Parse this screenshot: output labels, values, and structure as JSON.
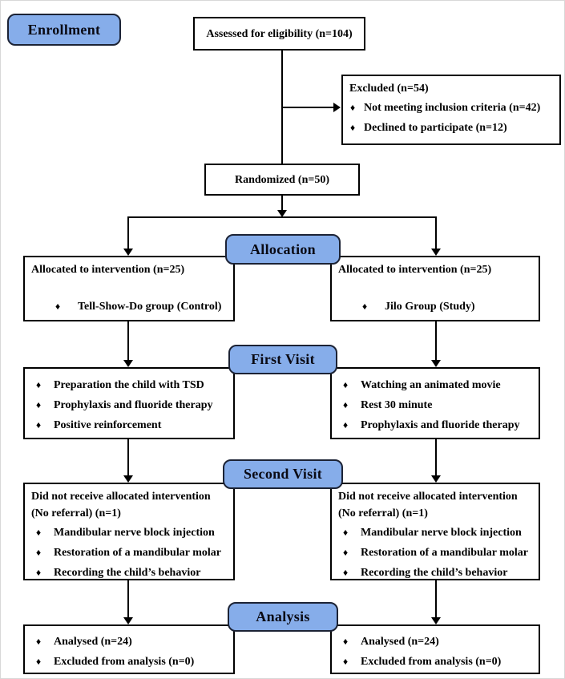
{
  "bullet": "♦",
  "colors": {
    "stage_fill": "#86ADEA",
    "stage_border": "#1c2335",
    "line_color": "#000000",
    "box_background": "#ffffff"
  },
  "stage_labels": {
    "enrollment": "Enrollment",
    "allocation": "Allocation",
    "first_visit": "First Visit",
    "second_visit": "Second Visit",
    "analysis": "Analysis"
  },
  "boxes": {
    "assessed": {
      "title": "Assessed for eligibility (n=104)"
    },
    "excluded": {
      "title": "Excluded (n=54)",
      "items": [
        "Not meeting inclusion criteria (n=42)",
        "Declined to participate (n=12)"
      ]
    },
    "randomized": {
      "title": "Randomized (n=50)"
    },
    "alloc_left": {
      "title": "Allocated to intervention (n=25)",
      "items": [
        "Tell-Show-Do group (Control)"
      ]
    },
    "alloc_right": {
      "title": "Allocated to intervention (n=25)",
      "items": [
        "Jilo Group (Study)"
      ]
    },
    "visit1_left": {
      "items": [
        "Preparation the child with TSD",
        "Prophylaxis and fluoride therapy",
        "Positive reinforcement"
      ]
    },
    "visit1_right": {
      "items": [
        "Watching an animated movie",
        "Rest 30 minute",
        "Prophylaxis and fluoride therapy"
      ]
    },
    "visit2_left": {
      "title": "Did not receive allocated intervention (No referral) (n=1)",
      "items": [
        "Mandibular nerve block injection",
        "Restoration of a mandibular molar",
        "Recording the child’s behavior"
      ]
    },
    "visit2_right": {
      "title": "Did not receive allocated intervention (No referral) (n=1)",
      "items": [
        "Mandibular nerve block injection",
        "Restoration of a mandibular molar",
        "Recording the child’s behavior"
      ]
    },
    "analysis_left": {
      "items": [
        "Analysed (n=24)",
        "Excluded from analysis (n=0)"
      ]
    },
    "analysis_right": {
      "items": [
        "Analysed (n=24)",
        "Excluded from analysis (n=0)"
      ]
    }
  }
}
